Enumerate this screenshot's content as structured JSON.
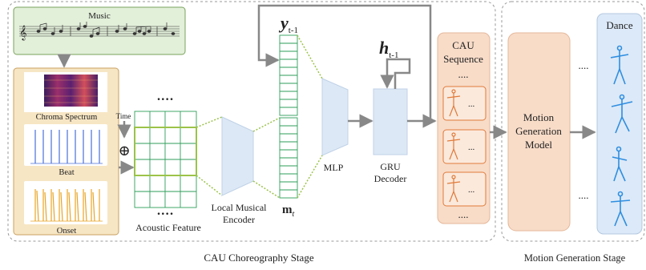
{
  "music": {
    "label": "Music"
  },
  "features": {
    "chroma_label": "Chroma Spectrum",
    "beat_label": "Beat",
    "onset_label": "Onset",
    "time_label": "Time",
    "plus_symbol": "⊕"
  },
  "acoustic": {
    "label": "Acoustic Feature",
    "dots": "····"
  },
  "encoder": {
    "label_line1": "Local Musical",
    "label_line2": "Encoder"
  },
  "vectors": {
    "y_main": "y",
    "y_sub": "t-1",
    "m_main": "m",
    "m_sub": "t"
  },
  "mlp": {
    "label": "MLP"
  },
  "gru": {
    "h_main": "h",
    "h_sub": "t-1",
    "label_line1": "GRU",
    "label_line2": "Decoder"
  },
  "cau_sequence": {
    "title_line1": "CAU",
    "title_line2": "Sequence",
    "dots": "....",
    "item_dots": "..."
  },
  "motion_model": {
    "line1": "Motion",
    "line2": "Generation",
    "line3": "Model",
    "dots": "...."
  },
  "dance": {
    "title": "Dance"
  },
  "stages": {
    "cau_stage": "CAU Choreography Stage",
    "motion_stage": "Motion Generation Stage"
  },
  "colors": {
    "music_fill": "#e2efd9",
    "music_stroke": "#7aa35c",
    "feature_fill": "#f7e6c4",
    "feature_stroke": "#c9a060",
    "grid_stroke": "#2e9e5a",
    "encoder_fill": "#dce8f5",
    "cau_fill": "#f8dcc8",
    "cau_item_stroke": "#e07a3a",
    "motion_fill": "#f8dcc8",
    "dance_fill": "#dce9f8",
    "arrow": "#888888",
    "beat": "#4a6fd8",
    "onset": "#e8a524"
  }
}
